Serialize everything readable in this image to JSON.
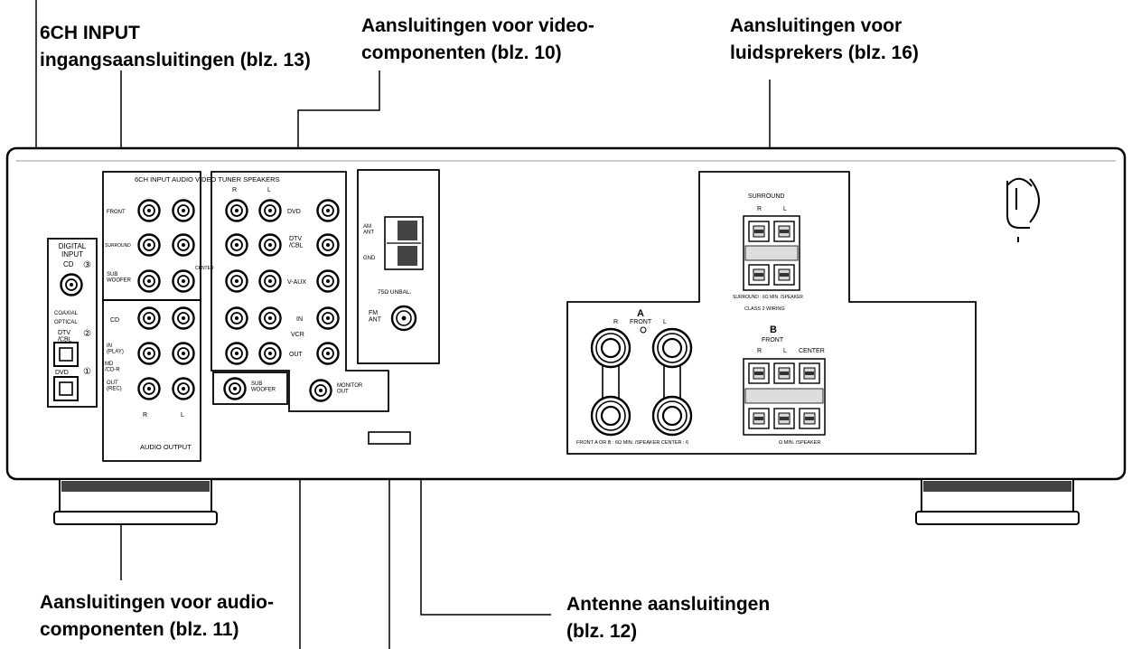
{
  "callouts": {
    "six_ch": "6CH INPUT\ningangsaansluitingen (blz. 13)",
    "video": "Aansluitingen voor video-\ncomponenten (blz. 10)",
    "speakers": "Aansluitingen voor\nluidsprekers (blz. 16)",
    "antenna": "Antenne aansluitingen\n(blz. 12)",
    "audio": "Aansluitingen voor audio-\ncomponenten (blz. 11)"
  },
  "panel": {
    "group_header": "6CH INPUT AUDIO VIDEO TUNER SPEAKERS",
    "digital_input": "DIGITAL\nINPUT",
    "cd_digital": "CD",
    "coaxial": "COAXIAL",
    "optical": "OPTICAL",
    "dtv_cbl": "DTV\n/CBL",
    "dvd": "DVD",
    "circle_1": "①",
    "circle_2": "②",
    "circle_3": "③",
    "front": "FRONT",
    "surround": "SURROUND",
    "sub_woofer": "SUB\nWOOFER",
    "center": "CENTER",
    "cd": "CD",
    "in_play": "IN\n(PLAY)",
    "md_cdr": "MD\n/CD-R",
    "out_rec": "OUT\n(REC)",
    "audio_output": "AUDIO OUTPUT",
    "r_mark": "R",
    "l_mark": "L",
    "v_aux": "V-AUX",
    "in": "IN",
    "vcr": "VCR",
    "out": "OUT",
    "sub_woofer_out": "SUB\nWOOFER",
    "monitor_out": "MONITOR\nOUT",
    "am_ant": "AM\nANT",
    "gnd": "GND",
    "unbal": "75Ω UNBAL.",
    "fm_ant": "FM\nANT",
    "sp_surround": "SURROUND",
    "surround_imp": "SURROUND : 6Ω MIN. /SPEAKER",
    "class2": "CLASS 2 WIRING",
    "a": "A",
    "a_front": "FRONT",
    "b": "B",
    "b_front": "FRONT",
    "b_center": "CENTER",
    "front_imp": "FRONT A OR B : 6Ω MIN. /SPEAKER CENTER : 6",
    "min_speaker": "Ω MIN. /SPEAKER"
  }
}
